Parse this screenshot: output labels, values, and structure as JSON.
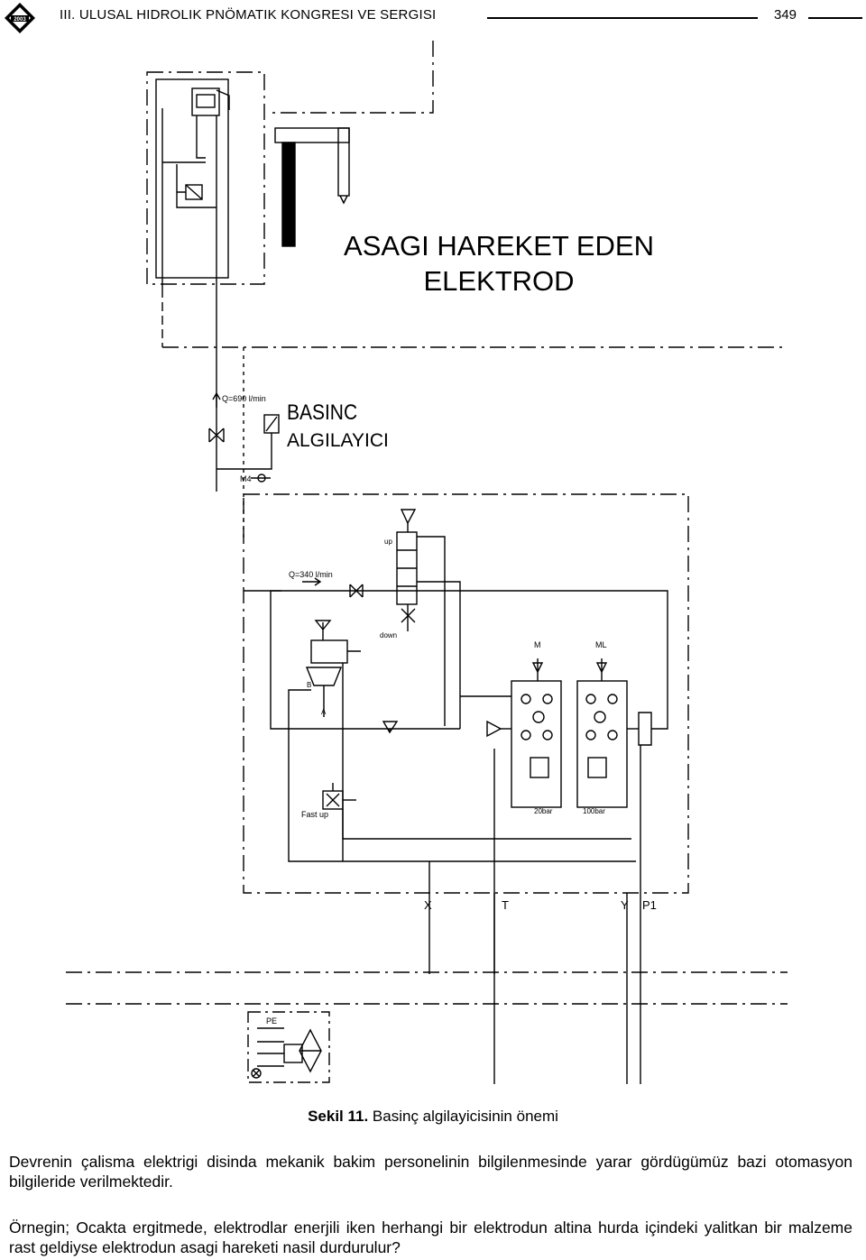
{
  "header": {
    "logo_text": "2003",
    "title": "III. ULUSAL HIDROLIK PNÖMATIK KONGRESI VE SERGISI",
    "page_number": "349"
  },
  "diagram": {
    "title_line1": "ASAGI HAREKET EDEN",
    "title_line2": "ELEKTROD",
    "sensor_label_line1": "BASINC",
    "sensor_label_line2": "ALGILAYICI",
    "flow_label_1": "Q=690 l/min",
    "flow_label_2": "Q=340 l/min",
    "port_m4": "M4",
    "port_m": "M",
    "port_ml": "ML",
    "label_up": "up",
    "label_down": "down",
    "label_fast_up": "Fast up",
    "label_20bar": "20bar",
    "label_100bar": "100bar",
    "label_pe": "PE",
    "port_x": "X",
    "port_t": "T",
    "port_y": "Y",
    "port_p1": "P1",
    "label_a": "A",
    "label_b": "B"
  },
  "caption": {
    "prefix": "Sekil 11.",
    "text": " Basinç algilayicisinin önemi"
  },
  "paragraphs": [
    "Devrenin çalisma elektrigi disinda mekanik bakim personelinin bilgilenmesinde yarar gördügümüz bazi otomasyon bilgileride verilmektedir.",
    "Örnegin; Ocakta ergitmede, elektrodlar enerjili iken herhangi bir elektrodun altina hurda içindeki yalitkan bir malzeme rast geldiyse elektrodun asagi hareketi nasil durdurulur?"
  ]
}
